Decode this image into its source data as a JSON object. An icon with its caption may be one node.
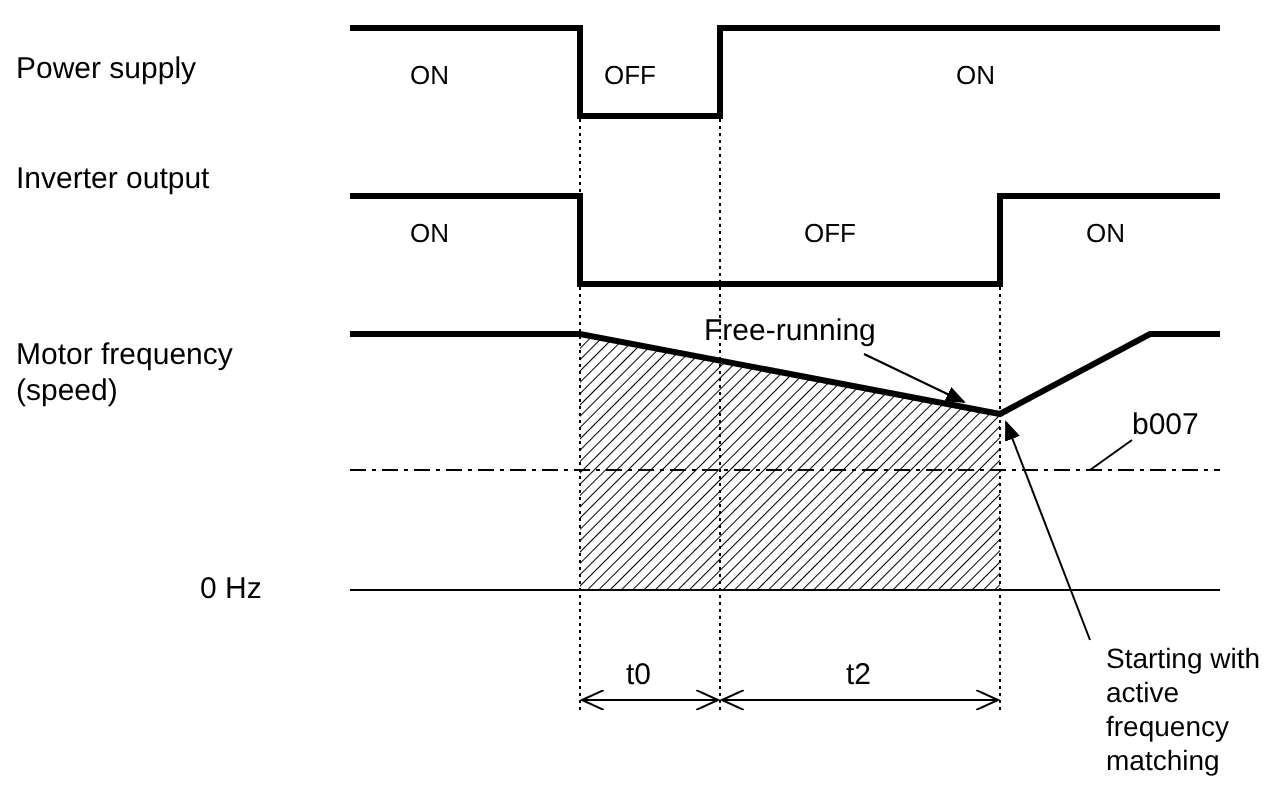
{
  "diagram": {
    "nodes": [
      {
        "text": [
          "Free-running"
        ]
      },
      {
        "text": [
          "b007"
        ]
      },
      {
        "text": [
          "Starting with active frequency matching"
        ]
      },
      {
        "text": [],
        "shape": "line"
      },
      {
        "text": [],
        "shape": "line"
      }
    ],
    "edges": [
      {
        "from": 0,
        "to": 3,
        "arrow": "to"
      },
      {
        "from": 1,
        "to": 4,
        "arrow": "none"
      },
      {
        "from": 2,
        "to": 3,
        "arrow": "to"
      }
    ],
    "labels": [
      "Power supply",
      "ON",
      "OFF",
      "ON",
      "Inverter output",
      "ON",
      "OFF",
      "ON",
      "Motor frequency (speed)",
      "0 Hz",
      "t0",
      "t2"
    ]
  }
}
